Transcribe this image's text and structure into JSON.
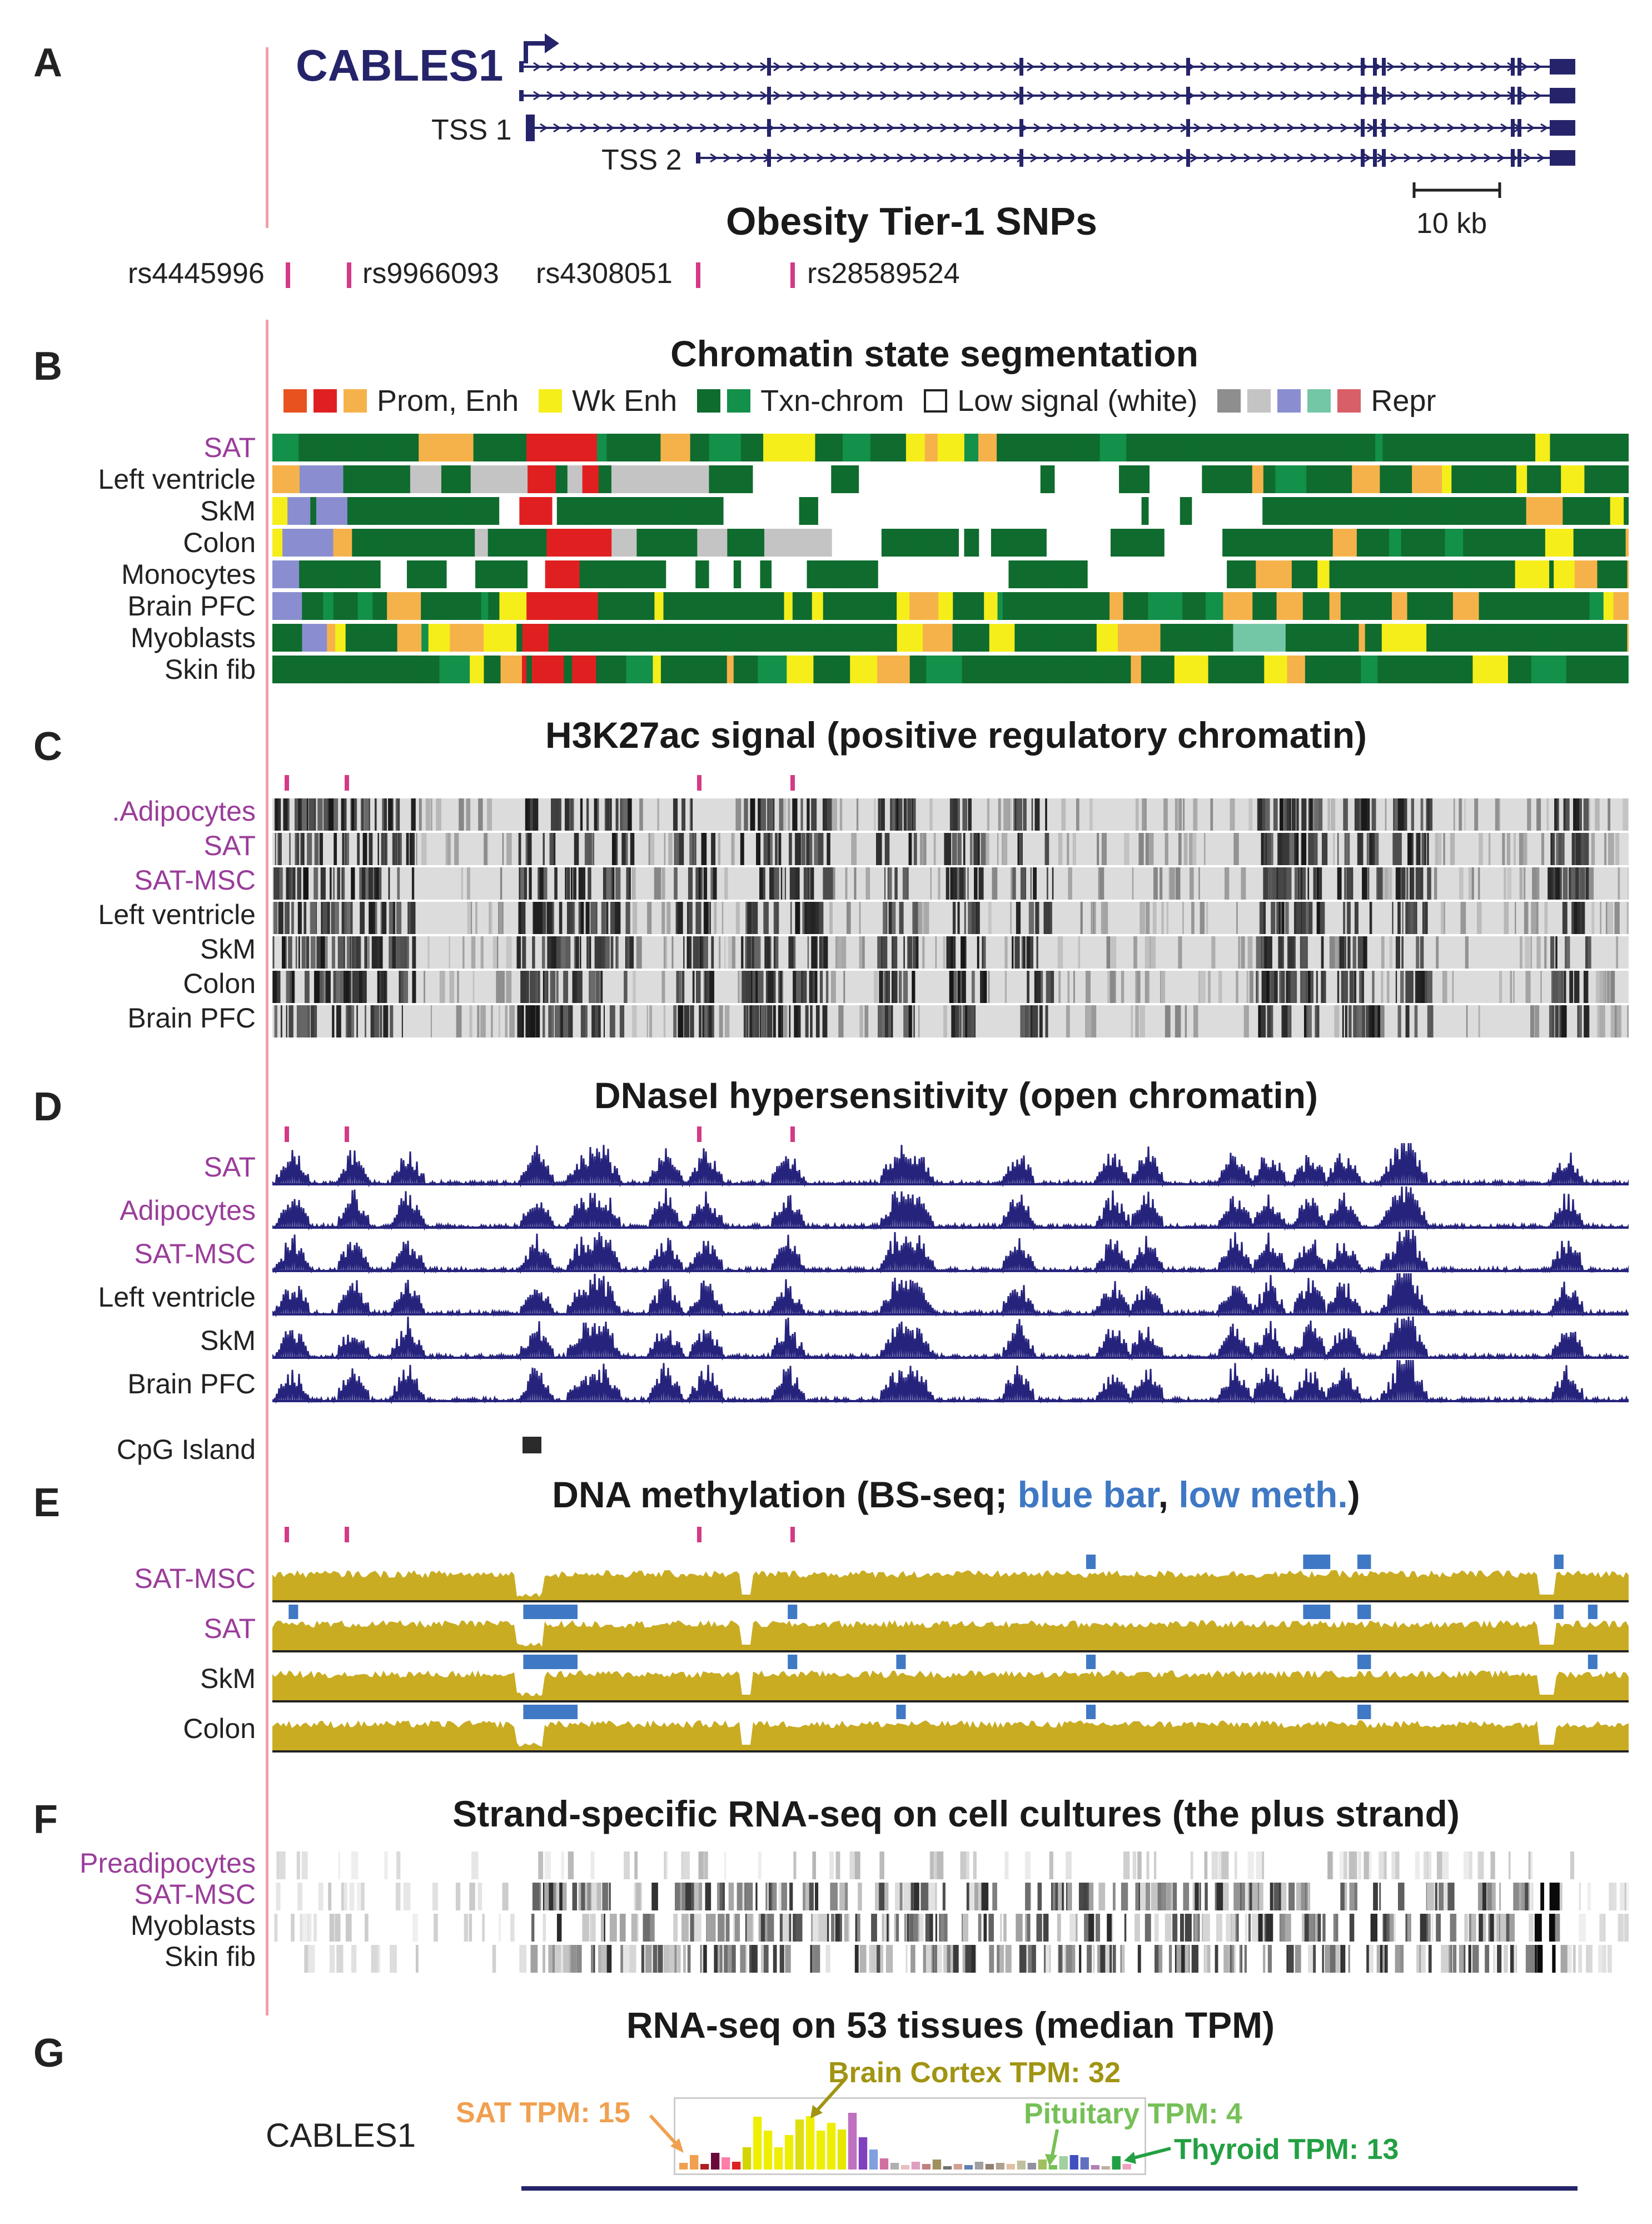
{
  "colors": {
    "gene": "#25246a",
    "snp": "#d43a86",
    "divider": "#f0a0ab",
    "label_magenta": "#9a3d9a",
    "dnase": "#26237d",
    "meth": "#c9ac22",
    "lowmeth": "#3f78c4",
    "tpm_sat": "#f0a050",
    "tpm_brain": "#a09412",
    "tpm_pituitary": "#76c057",
    "tpm_thyroid": "#23a043"
  },
  "panelA": {
    "letter": "A",
    "gene_name": "CABLES1",
    "tss1": "TSS 1",
    "tss2": "TSS 2",
    "scalebar": "10 kb",
    "snp_title": "Obesity Tier-1 SNPs",
    "snps": [
      "rs4445996",
      "rs9966093",
      "rs4308051",
      "rs28589524"
    ]
  },
  "panelB": {
    "letter": "B",
    "title": "Chromatin state segmentation",
    "legend": [
      {
        "label": "Prom, Enh",
        "colors": [
          "#e8521f",
          "#e02020",
          "#f6b24a"
        ]
      },
      {
        "label": "Wk Enh",
        "colors": [
          "#f5ee1a"
        ]
      },
      {
        "label": "Txn-chrom",
        "colors": [
          "#0f6b2e",
          "#13904a"
        ]
      },
      {
        "label": "Low signal (white)",
        "colors": [
          "#ffffff"
        ]
      },
      {
        "label": "Repr",
        "colors": [
          "#8e8e8e",
          "#c4c4c4",
          "#8a8ed0",
          "#74c7a6",
          "#d85f68"
        ]
      }
    ],
    "rows": [
      "SAT",
      "Left ventricle",
      "SkM",
      "Colon",
      "Monocytes",
      "Brain PFC",
      "Myoblasts",
      "Skin fib"
    ]
  },
  "panelC": {
    "letter": "C",
    "title": "H3K27ac signal (positive regulatory chromatin)",
    "rows": [
      ".Adipocytes",
      "SAT",
      "SAT-MSC",
      "Left ventricle",
      "SkM",
      "Colon",
      "Brain PFC"
    ]
  },
  "panelD": {
    "letter": "D",
    "title": "DNaseI hypersensitivity (open chromatin)",
    "rows": [
      "SAT",
      "Adipocytes",
      "SAT-MSC",
      "Left ventricle",
      "SkM",
      "Brain PFC"
    ],
    "cpg_label": "CpG Island"
  },
  "panelE": {
    "letter": "E",
    "title_parts": [
      "DNA methylation (BS-seq; ",
      "blue bar",
      ", ",
      "low meth.",
      ")"
    ],
    "rows": [
      "SAT-MSC",
      "SAT",
      "SkM",
      "Colon"
    ]
  },
  "panelF": {
    "letter": "F",
    "title": "Strand-specific RNA-seq on cell cultures (the plus strand)",
    "rows": [
      "Preadipocytes",
      "SAT-MSC",
      "Myoblasts",
      "Skin fib"
    ]
  },
  "panelG": {
    "letter": "G",
    "title": "RNA-seq on 53 tissues (median TPM)",
    "gene": "CABLES1",
    "annotations": {
      "sat": "SAT TPM: 15",
      "brain": "Brain Cortex TPM: 32",
      "pituitary": "Pituitary TPM: 4",
      "thyroid": "Thyroid TPM: 13"
    }
  }
}
